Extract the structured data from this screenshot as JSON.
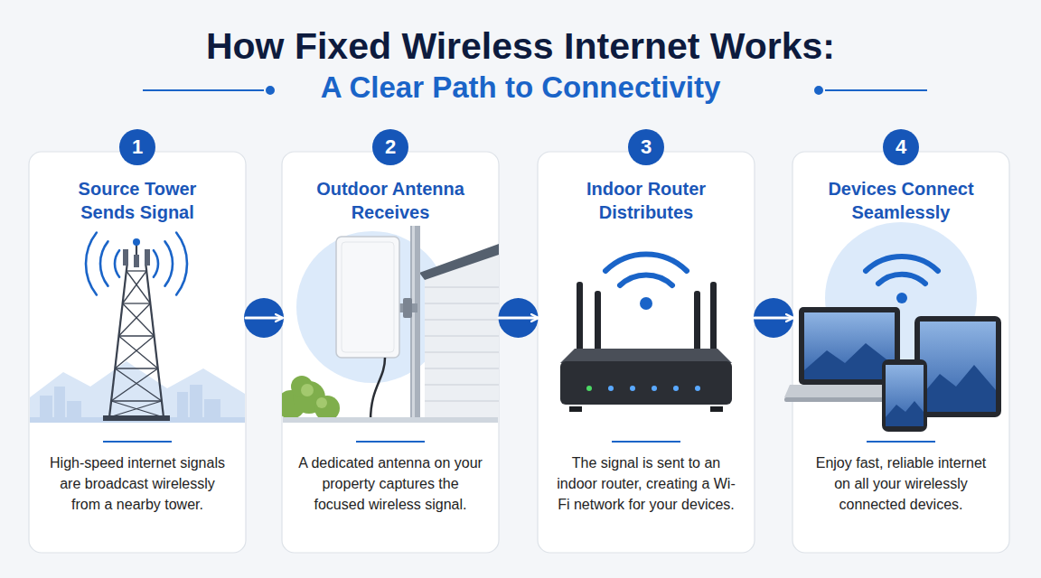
{
  "diagram": {
    "title": "How Fixed Wireless Internet Works:",
    "nodes": [
      {
        "text": [
          "Source Tower Sends Signal",
          "High-speed internet signals are broadcast wirelessly from a nearby tower."
        ]
      },
      {
        "text": [
          "1"
        ],
        "in": 0
      },
      {
        "text": [
          "Outdoor Antenna Receives",
          "A dedicated antenna on your property captures the focused wireless signal."
        ]
      },
      {
        "text": [
          "2"
        ],
        "in": 2
      },
      {
        "text": [
          "Indoor Router Distributes",
          "The signal is sent to an indoor router, creating a Wi-Fi network for your devices."
        ]
      },
      {
        "text": [
          "3"
        ],
        "in": 4
      },
      {
        "text": [
          "Devices Connect Seamlessly",
          "Enjoy fast, reliable internet on all your wirelessly connected devices."
        ]
      },
      {
        "text": [
          "4"
        ],
        "in": 6
      }
    ],
    "edges": [
      {
        "from": 0,
        "to": 2,
        "arrow": "to"
      },
      {
        "from": 2,
        "to": 4,
        "arrow": "to"
      },
      {
        "from": 4,
        "to": 6,
        "arrow": "to"
      }
    ],
    "labels": [
      "A Clear Path to Connectivity"
    ]
  }
}
